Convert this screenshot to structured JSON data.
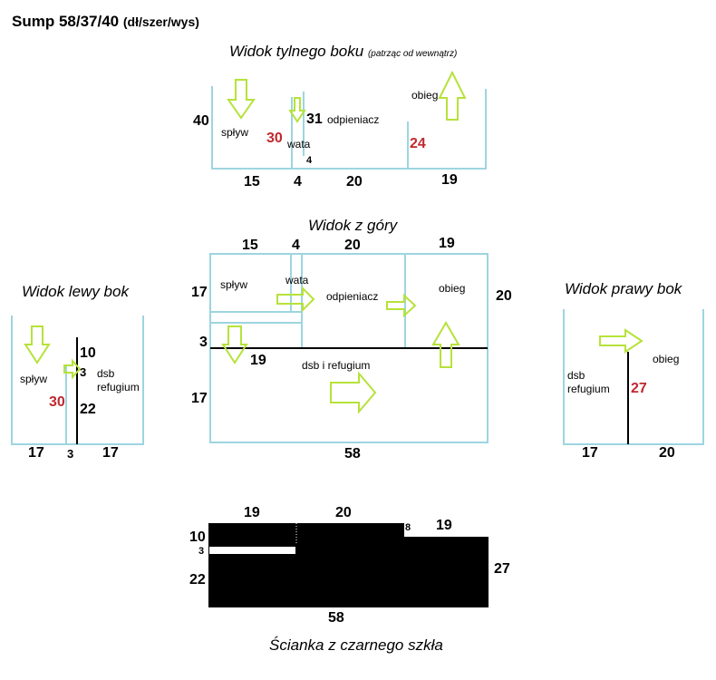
{
  "title": {
    "main": "Sump 58/37/40",
    "unit": "(dł/szer/wys)"
  },
  "colors": {
    "glass": "#9dd5df",
    "arrow": "#b6e23a",
    "accent": "#c0282e",
    "black_glass": "#000000"
  },
  "back_view": {
    "heading": "Widok tylnego boku",
    "note": "(patrząc od wewnątrz)",
    "height": "40",
    "splyw": "spływ",
    "h_wata_wall": "30",
    "wata": "wata",
    "h_31": "31",
    "odpieniacz": "odpieniacz",
    "gap": "4",
    "obieg": "obieg",
    "h_obieg_wall": "24",
    "widths": [
      "15",
      "4",
      "20",
      "19"
    ]
  },
  "top_view": {
    "heading": "Widok z góry",
    "top_widths": [
      "15",
      "4",
      "20",
      "19"
    ],
    "depth_left": "17",
    "gap_3": "3",
    "depth_lower": "17",
    "depth_right": "20",
    "splyw": "spływ",
    "wata": "wata",
    "odpieniacz": "odpieniacz",
    "obieg": "obieg",
    "inner_19": "19",
    "dsb": "dsb i refugium",
    "total_length": "58"
  },
  "left_view": {
    "heading": "Widok lewy bok",
    "splyw": "spływ",
    "h_30": "30",
    "top_10": "10",
    "gap_3": "3",
    "h_22": "22",
    "dsb": "dsb",
    "refugium": "refugium",
    "widths": [
      "17",
      "3",
      "17"
    ]
  },
  "right_view": {
    "heading": "Widok prawy bok",
    "obieg": "obieg",
    "dsb": "dsb",
    "refugium": "refugium",
    "h_27": "27",
    "widths": [
      "17",
      "20"
    ]
  },
  "black_glass": {
    "top_19": "19",
    "top_20": "20",
    "step_8": "8",
    "right_19": "19",
    "h_10": "10",
    "h_3": "3",
    "h_22": "22",
    "h_27": "27",
    "width_58": "58",
    "caption": "Ścianka z czarnego szkła"
  }
}
